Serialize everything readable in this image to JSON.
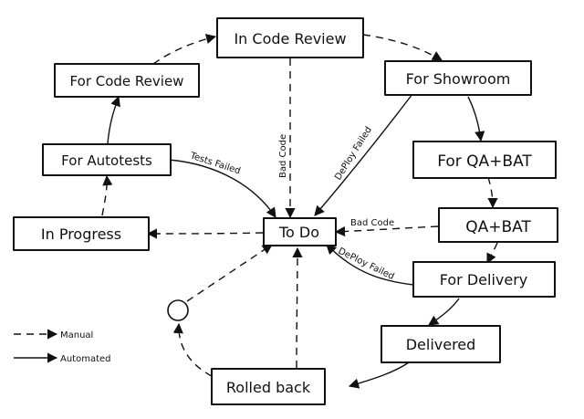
{
  "nodes": {
    "in_code_review": "In Code Review",
    "for_code_review": "For Code Review",
    "for_showroom": "For Showroom",
    "for_autotests": "For Autotests",
    "for_qa_bat": "For QA+BAT",
    "in_progress": "In Progress",
    "to_do": "To Do",
    "qa_bat": "QA+BAT",
    "for_delivery": "For Delivery",
    "delivered": "Delivered",
    "rolledback": "Rolled back"
  },
  "edge_labels": {
    "tests_failed": "Tests Failed",
    "bad_code_vertical": "Bad Code",
    "deploy_failed_vertical": "DePloy Failed",
    "bad_code": "Bad Code",
    "deploy_failed": "DePloy Failed"
  },
  "legend": {
    "manual": "Manual",
    "automated": "Automated"
  }
}
